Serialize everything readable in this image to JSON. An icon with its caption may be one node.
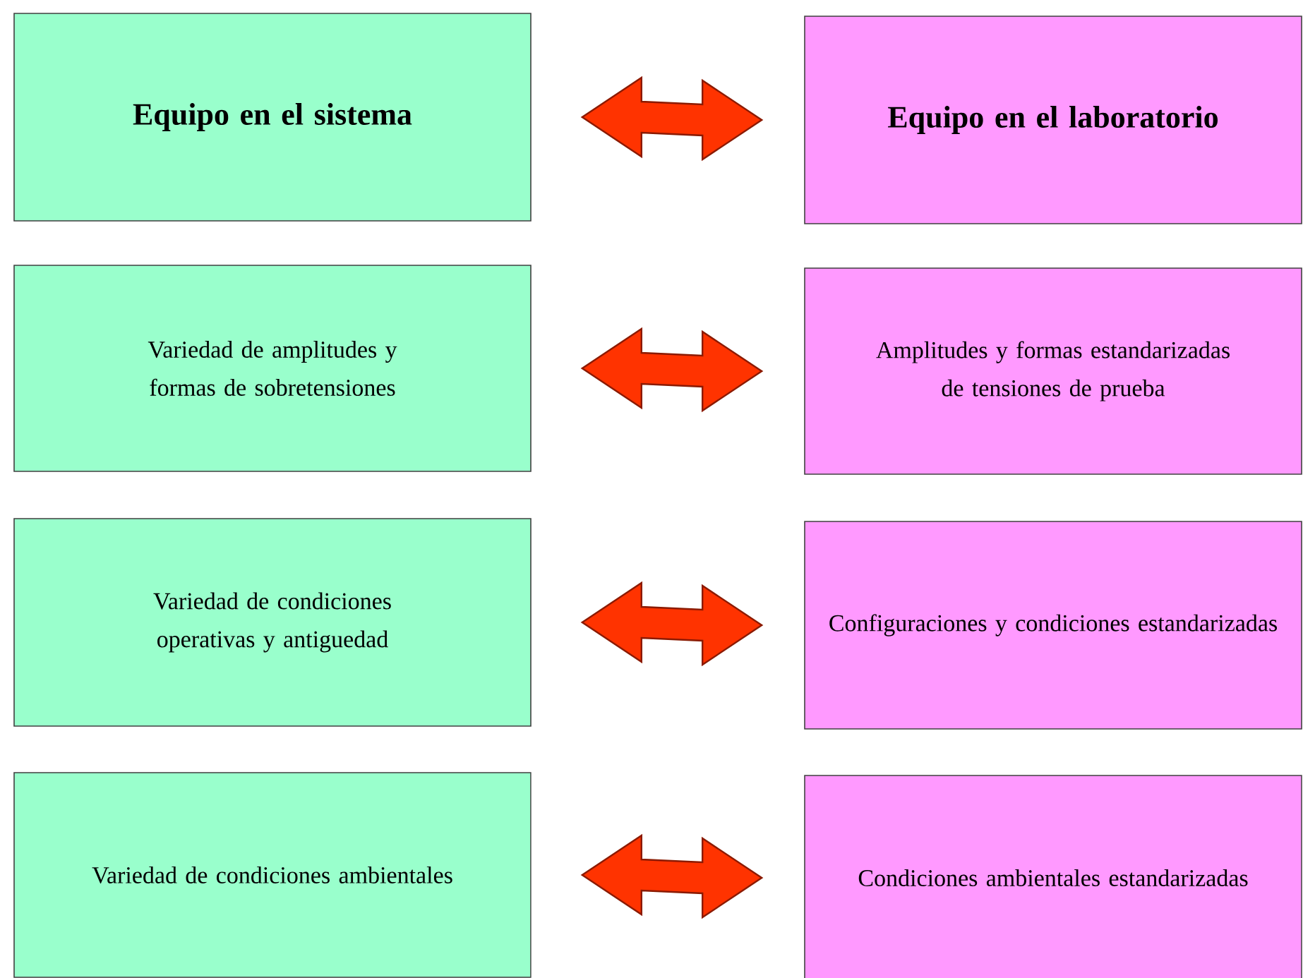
{
  "diagram": {
    "nodes": [
      {
        "text": [
          "Equipo en el sistema"
        ]
      },
      {
        "text": [
          "Equipo en el laboratorio"
        ]
      },
      {
        "text": [
          "Variedad de amplitudes y formas de sobretensiones"
        ]
      },
      {
        "text": [
          "Amplitudes y formas estandarizadas de tensiones de prueba"
        ]
      },
      {
        "text": [
          "Variedad de condiciones operativas y antiguedad"
        ]
      },
      {
        "text": [
          "Configuraciones y condiciones estandarizadas"
        ]
      },
      {
        "text": [
          "Variedad de condiciones ambientales"
        ]
      },
      {
        "text": [
          "Condiciones ambientales estandarizadas"
        ]
      }
    ],
    "edges": [
      {
        "from": 0,
        "to": 1,
        "arrow": "both"
      },
      {
        "from": 2,
        "to": 3,
        "arrow": "both"
      },
      {
        "from": 4,
        "to": 5,
        "arrow": "both"
      },
      {
        "from": 6,
        "to": 7,
        "arrow": "both"
      }
    ]
  }
}
